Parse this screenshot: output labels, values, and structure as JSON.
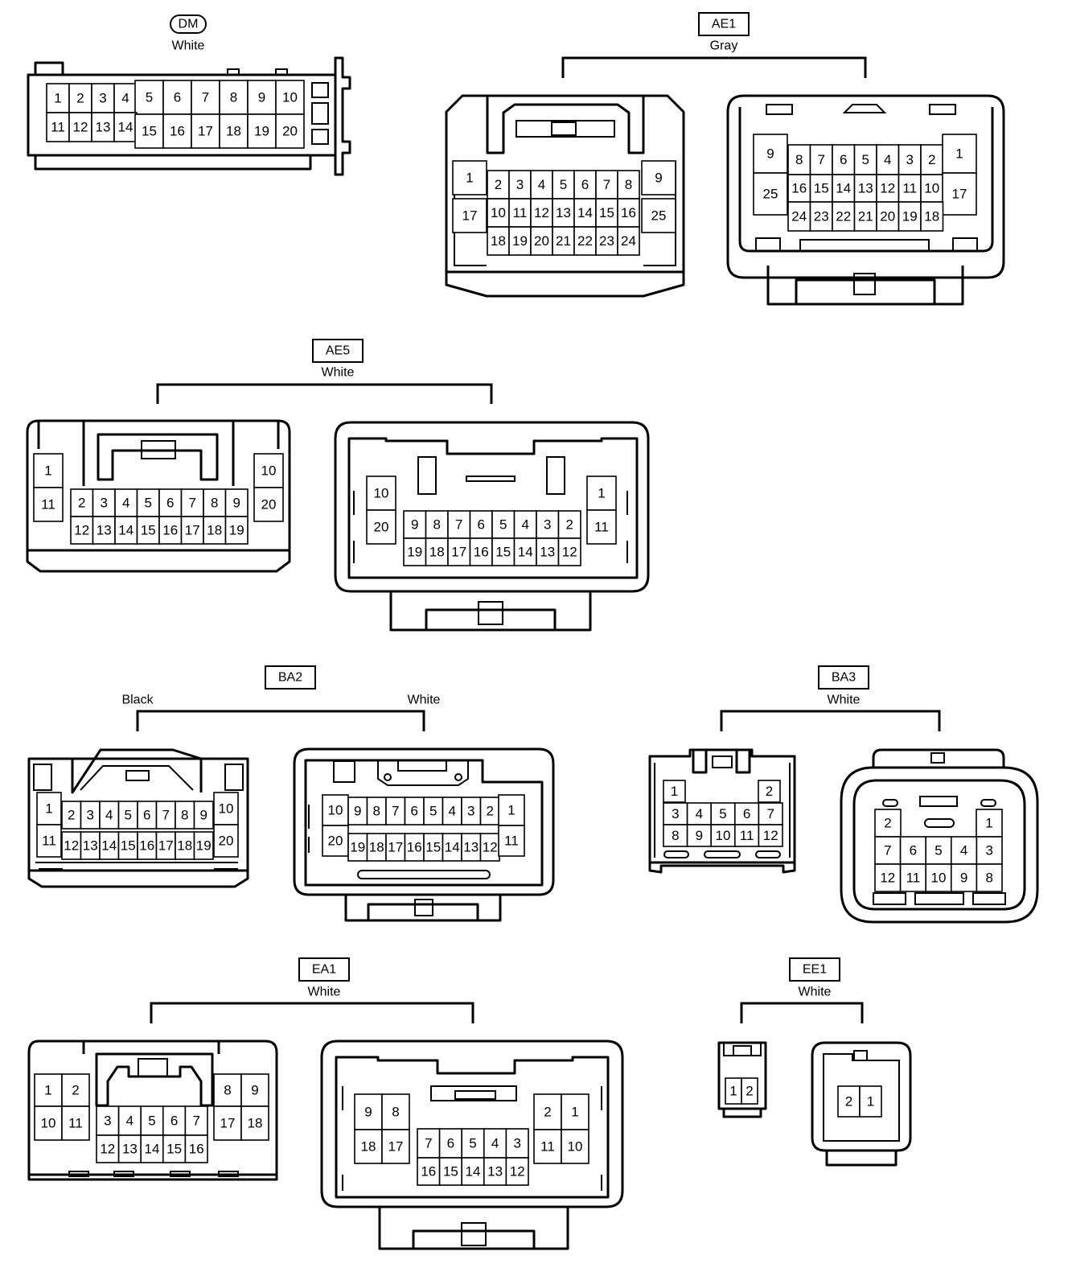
{
  "connectors": [
    {
      "id": "dm",
      "code": "DM",
      "color": "White",
      "rounded_tag": true,
      "views": [
        {
          "id": "view",
          "rows": [
            [
              "1",
              "2",
              "3",
              "4",
              "5",
              "6",
              "7",
              "8",
              "9",
              "10"
            ],
            [
              "11",
              "12",
              "13",
              "14",
              "15",
              "16",
              "17",
              "18",
              "19",
              "20"
            ]
          ]
        }
      ]
    },
    {
      "id": "ae1",
      "code": "AE1",
      "color": "Gray",
      "views": [
        {
          "id": "male",
          "rows": [
            [
              "1",
              "2",
              "3",
              "4",
              "5",
              "6",
              "7",
              "8",
              "9"
            ],
            [
              "17",
              "10",
              "11",
              "12",
              "13",
              "14",
              "15",
              "16",
              "25"
            ],
            [
              "18",
              "19",
              "20",
              "21",
              "22",
              "23",
              "24"
            ]
          ]
        },
        {
          "id": "female",
          "rows": [
            [
              "9",
              "8",
              "7",
              "6",
              "5",
              "4",
              "3",
              "2",
              "1"
            ],
            [
              "25",
              "16",
              "15",
              "14",
              "13",
              "12",
              "11",
              "10",
              "17"
            ],
            [
              "24",
              "23",
              "22",
              "21",
              "20",
              "19",
              "18"
            ]
          ]
        }
      ]
    },
    {
      "id": "ae5",
      "code": "AE5",
      "color": "White",
      "views": [
        {
          "id": "male",
          "rows": [
            [
              "1",
              "10"
            ],
            [
              "11",
              "2",
              "3",
              "4",
              "5",
              "6",
              "7",
              "8",
              "9",
              "20"
            ],
            [
              "12",
              "13",
              "14",
              "15",
              "16",
              "17",
              "18",
              "19"
            ]
          ]
        },
        {
          "id": "female",
          "rows": [
            [
              "10",
              "1"
            ],
            [
              "20",
              "9",
              "8",
              "7",
              "6",
              "5",
              "4",
              "3",
              "2",
              "11"
            ],
            [
              "19",
              "18",
              "17",
              "16",
              "15",
              "14",
              "13",
              "12"
            ]
          ]
        }
      ]
    },
    {
      "id": "ba2",
      "code": "BA2",
      "color_left": "Black",
      "color_right": "White",
      "views": [
        {
          "id": "male",
          "rows": [
            [
              "1",
              "2",
              "3",
              "4",
              "5",
              "6",
              "7",
              "8",
              "9",
              "10"
            ],
            [
              "11",
              "12",
              "13",
              "14",
              "15",
              "16",
              "17",
              "18",
              "19",
              "20"
            ]
          ]
        },
        {
          "id": "female",
          "rows": [
            [
              "10",
              "9",
              "8",
              "7",
              "6",
              "5",
              "4",
              "3",
              "2",
              "1"
            ],
            [
              "20",
              "19",
              "18",
              "17",
              "16",
              "15",
              "14",
              "13",
              "12",
              "11"
            ]
          ]
        }
      ]
    },
    {
      "id": "ba3",
      "code": "BA3",
      "color": "White",
      "views": [
        {
          "id": "male",
          "rows": [
            [
              "1",
              "2"
            ],
            [
              "3",
              "4",
              "5",
              "6",
              "7"
            ],
            [
              "8",
              "9",
              "10",
              "11",
              "12"
            ]
          ]
        },
        {
          "id": "female",
          "rows": [
            [
              "2",
              "1"
            ],
            [
              "7",
              "6",
              "5",
              "4",
              "3"
            ],
            [
              "12",
              "11",
              "10",
              "9",
              "8"
            ]
          ]
        }
      ]
    },
    {
      "id": "ea1",
      "code": "EA1",
      "color": "White",
      "views": [
        {
          "id": "male",
          "rows": [
            [
              "1",
              "2",
              "8",
              "9"
            ],
            [
              "10",
              "11",
              "3",
              "4",
              "5",
              "6",
              "7",
              "17",
              "18"
            ],
            [
              "12",
              "13",
              "14",
              "15",
              "16"
            ]
          ]
        },
        {
          "id": "female",
          "rows": [
            [
              "9",
              "8",
              "2",
              "1"
            ],
            [
              "18",
              "17",
              "11",
              "10"
            ],
            [
              "7",
              "6",
              "5",
              "4",
              "3"
            ],
            [
              "16",
              "15",
              "14",
              "13",
              "12"
            ]
          ]
        }
      ]
    },
    {
      "id": "ee1",
      "code": "EE1",
      "color": "White",
      "views": [
        {
          "id": "male",
          "rows": [
            [
              "1",
              "2"
            ]
          ]
        },
        {
          "id": "female",
          "rows": [
            [
              "2",
              "1"
            ]
          ]
        }
      ]
    }
  ]
}
